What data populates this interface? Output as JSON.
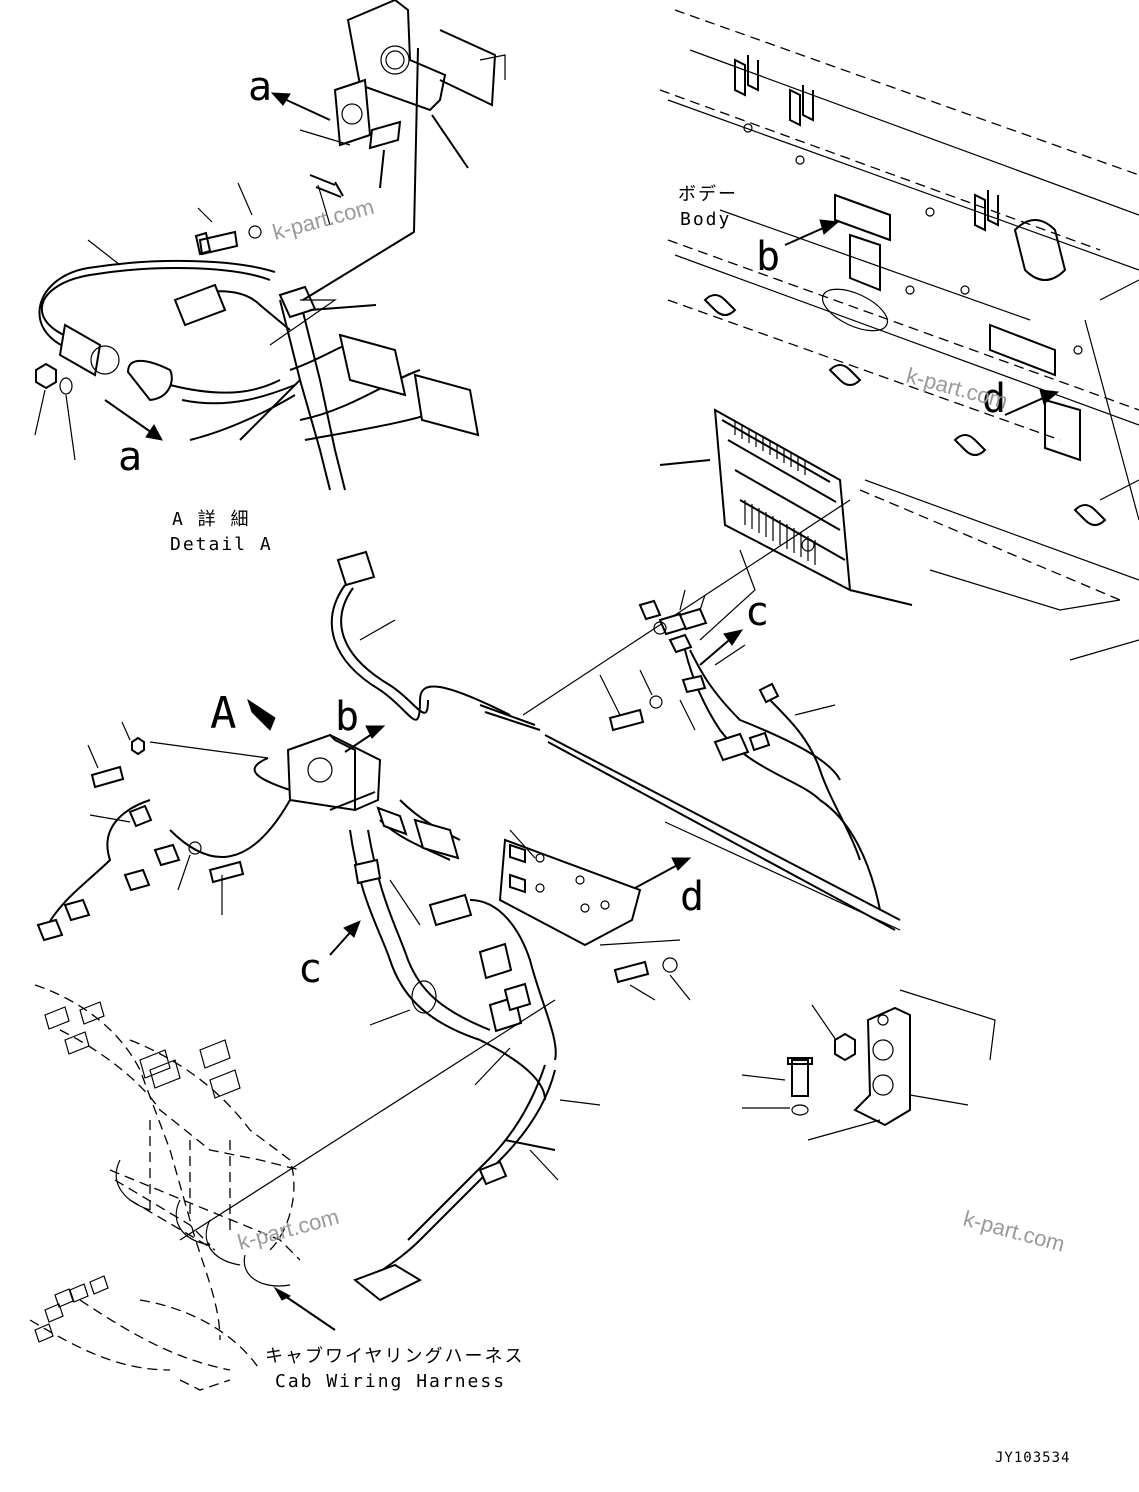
{
  "labels": {
    "callout_a_top": "a",
    "callout_a_bottom": "a",
    "callout_b_body": "b",
    "callout_b_mid": "b",
    "callout_c_left": "c",
    "callout_c_right": "c",
    "callout_d_body": "d",
    "callout_d_mid": "d",
    "callout_A": "A",
    "detail_title_jp": "A 詳 細",
    "detail_title_en": "Detail A",
    "body_jp": "ボデー",
    "body_en": "Body",
    "harness_jp": "キャブワイヤリングハーネス",
    "harness_en": "Cab Wiring Harness",
    "drawing_id": "JY103534"
  },
  "watermarks": [
    "k-part.com",
    "k-part.com",
    "k-part.com",
    "k-part.com"
  ]
}
